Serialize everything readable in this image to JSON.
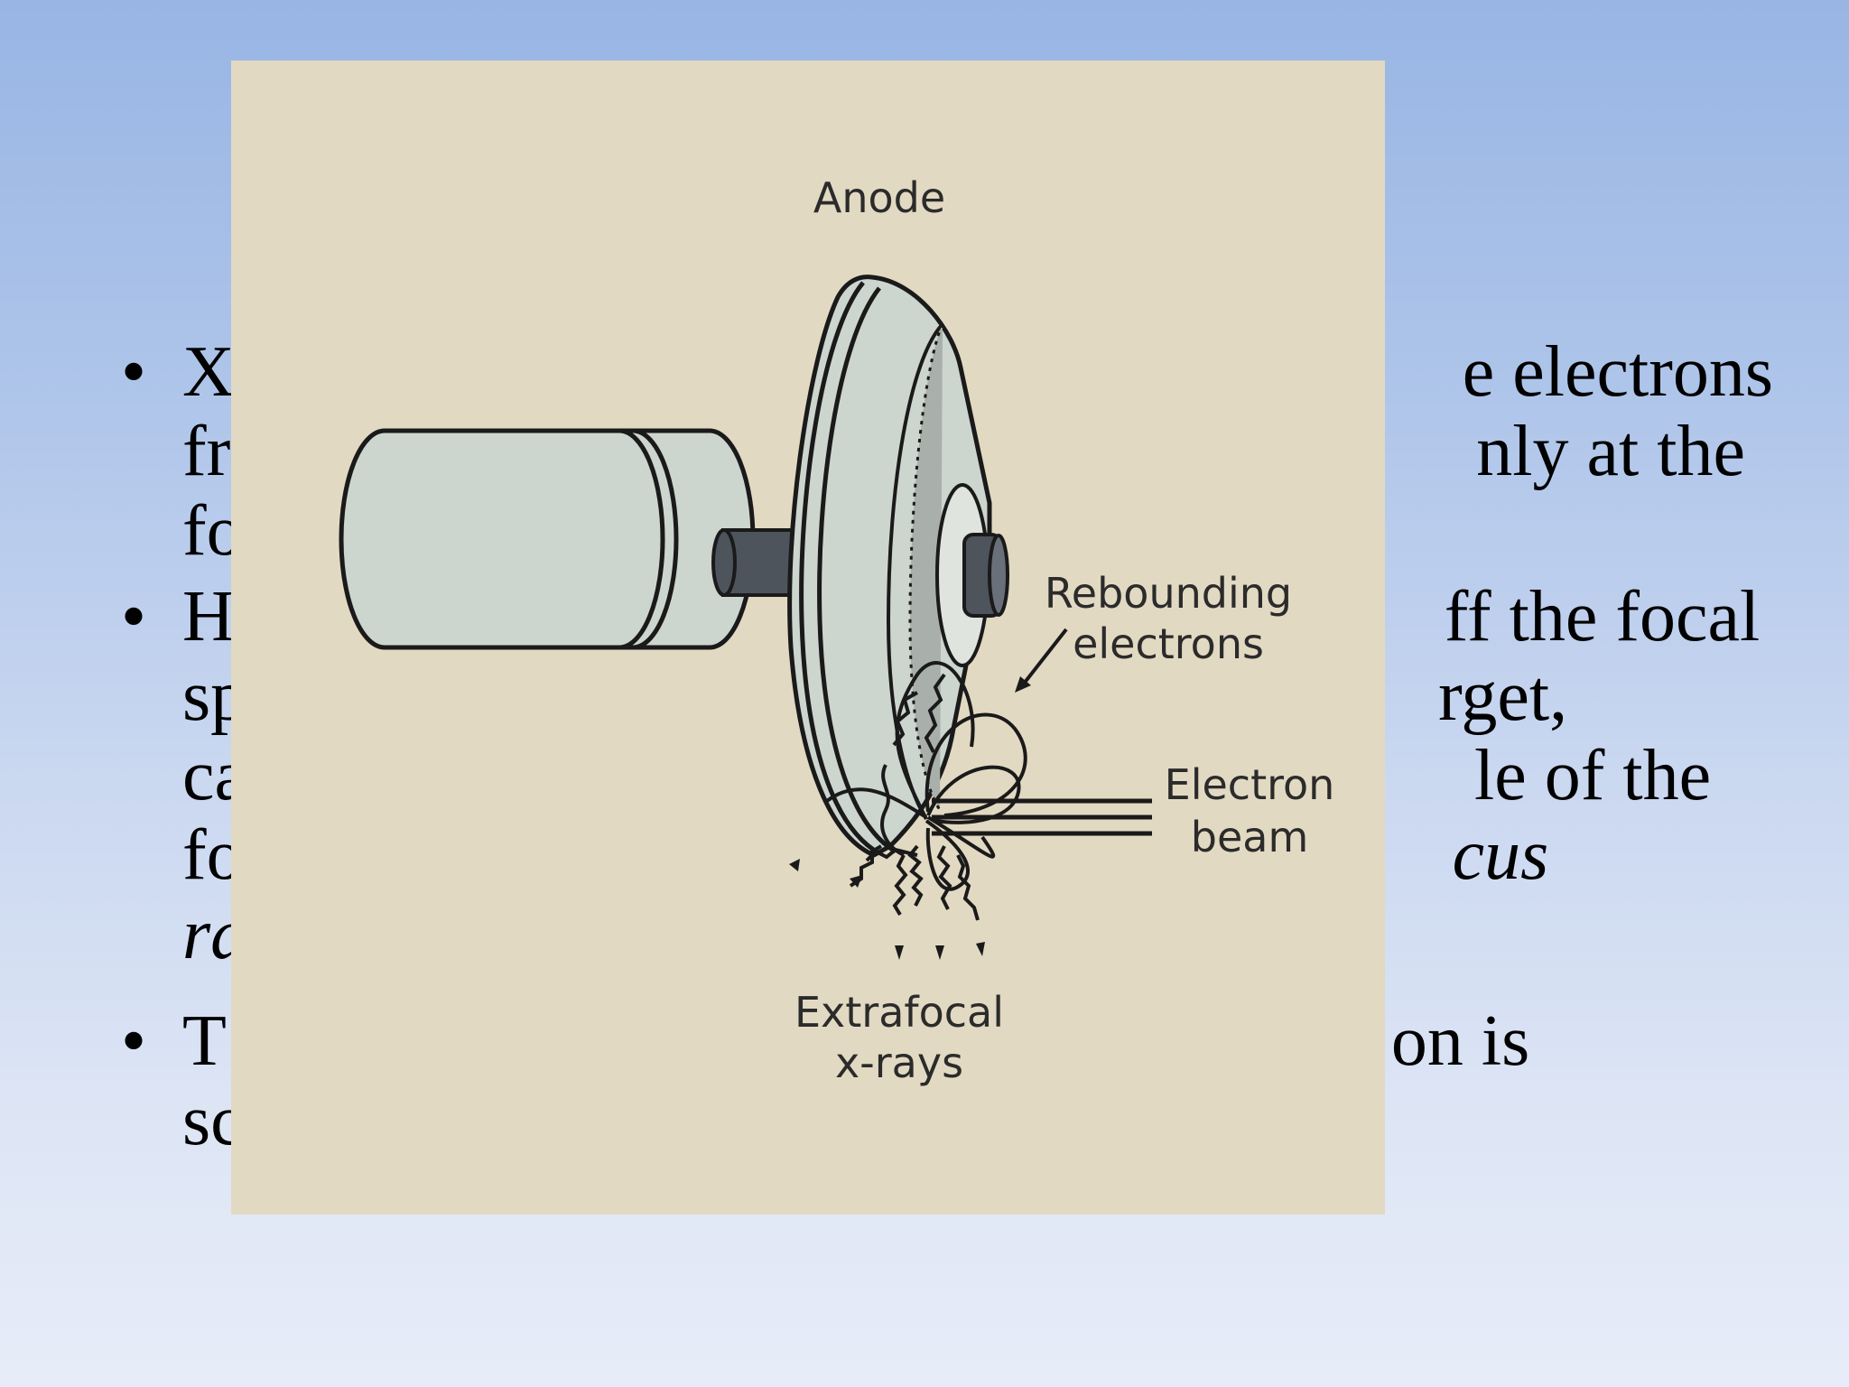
{
  "slide": {
    "bullets": [
      {
        "symbol": "•",
        "lines": [
          {
            "left": "X",
            "right": "e electrons"
          },
          {
            "left": "fr",
            "right": "nly at the"
          },
          {
            "left": "fo",
            "right": ""
          }
        ]
      },
      {
        "symbol": "•",
        "lines": [
          {
            "left": "H",
            "right": "ff the focal"
          },
          {
            "left": "sp",
            "right": "rget,"
          },
          {
            "left": "ca",
            "right": "le of the"
          },
          {
            "left": "fo",
            "right": "cus"
          },
          {
            "left": "ra",
            "right": ""
          }
        ]
      },
      {
        "symbol": "•",
        "lines": [
          {
            "left": "T",
            "right": "on is"
          },
          {
            "left": "sc",
            "right": ""
          }
        ]
      }
    ]
  },
  "figure": {
    "labels": {
      "anode": "Anode",
      "rebounding_1": "Rebounding",
      "rebounding_2": "electrons",
      "electron_1": "Electron",
      "electron_2": "beam",
      "extrafocal_1": "Extrafocal",
      "extrafocal_2": "x-rays"
    },
    "colors": {
      "background": "#e2d9c2",
      "body_fill": "#cdd5cf",
      "stem_fill": "#4e545c",
      "outline": "#1a1a1a"
    }
  }
}
